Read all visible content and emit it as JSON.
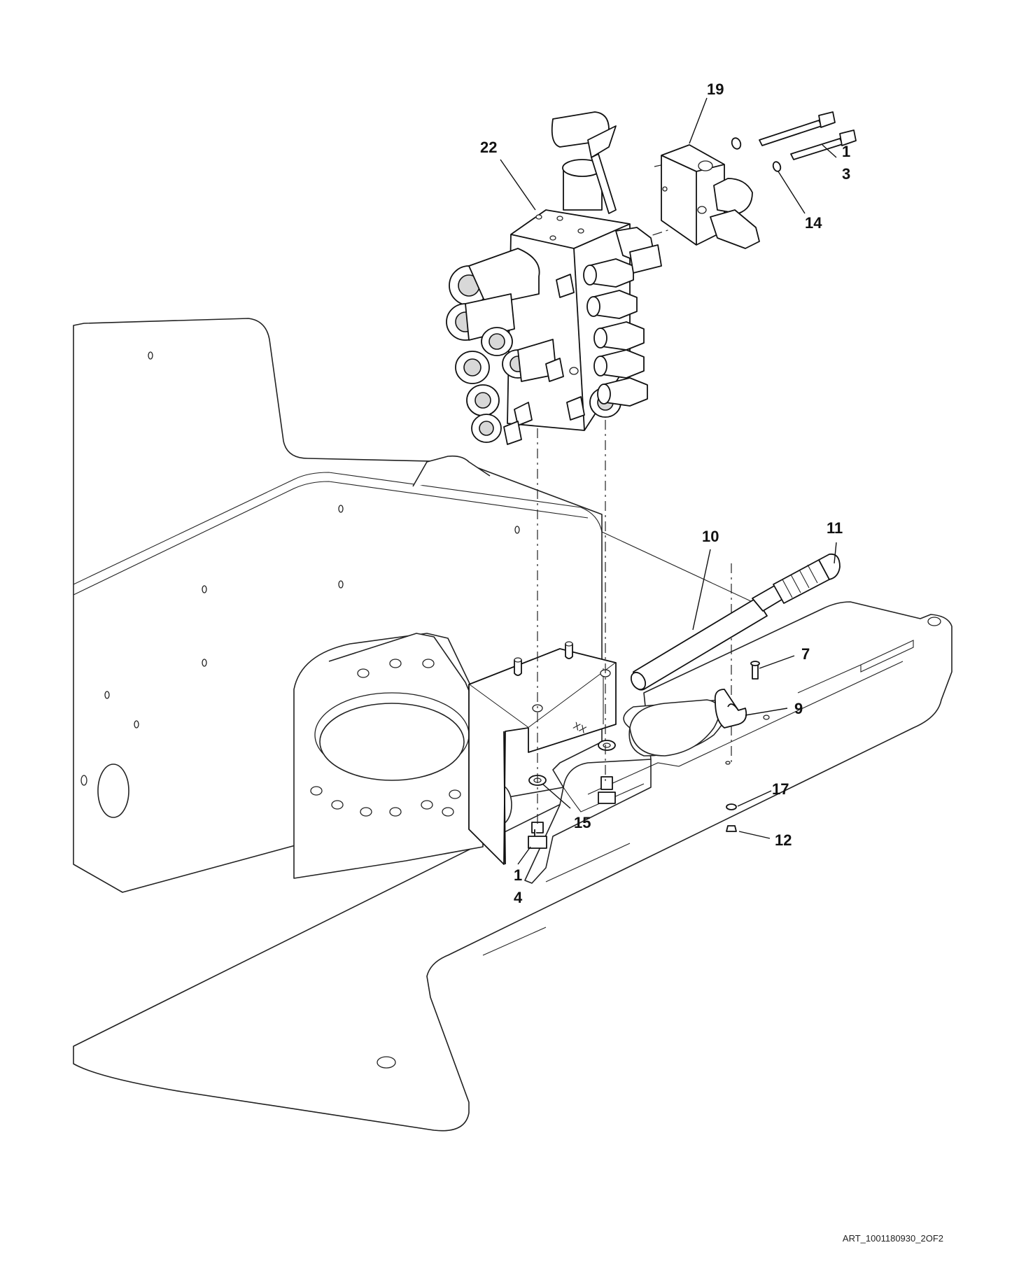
{
  "diagram": {
    "type": "exploded-parts-view",
    "callouts": [
      {
        "id": "c19",
        "label": "19"
      },
      {
        "id": "c22",
        "label": "22"
      },
      {
        "id": "c1a",
        "label": "1"
      },
      {
        "id": "c3",
        "label": "3"
      },
      {
        "id": "c14",
        "label": "14"
      },
      {
        "id": "c10",
        "label": "10"
      },
      {
        "id": "c11",
        "label": "11"
      },
      {
        "id": "c7",
        "label": "7"
      },
      {
        "id": "c9",
        "label": "9"
      },
      {
        "id": "c15",
        "label": "15"
      },
      {
        "id": "c1b",
        "label": "1"
      },
      {
        "id": "c4",
        "label": "4"
      },
      {
        "id": "c17",
        "label": "17"
      },
      {
        "id": "c12",
        "label": "12"
      }
    ],
    "bracket_marking": "XX",
    "art_reference": "ART_1001180930_2OF2"
  }
}
